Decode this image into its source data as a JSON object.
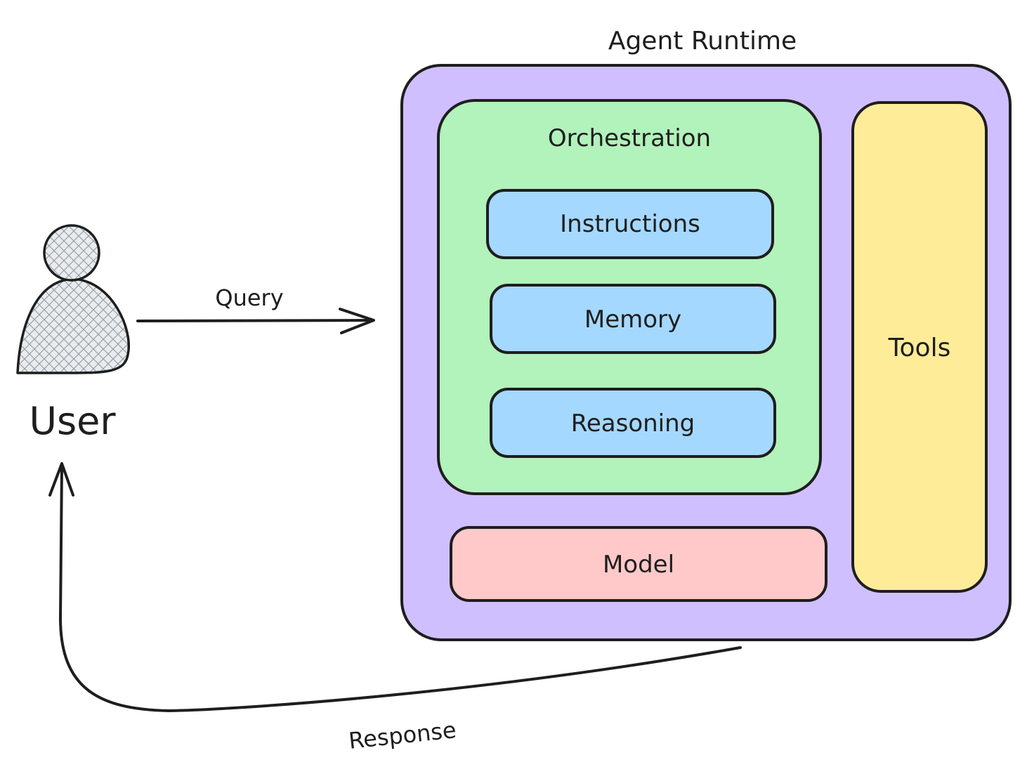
{
  "diagram": {
    "title": "Agent Runtime",
    "user_label": "User",
    "query_label": "Query",
    "response_label": "Response",
    "orchestration": {
      "title": "Orchestration",
      "components": [
        "Instructions",
        "Memory",
        "Reasoning"
      ]
    },
    "model_label": "Model",
    "tools_label": "Tools"
  },
  "colors": {
    "runtime_fill": "#d0bfff",
    "orchestration_fill": "#b2f2bb",
    "component_fill": "#a5d8ff",
    "model_fill": "#ffc9c9",
    "tools_fill": "#ffec99",
    "stroke": "#1e1e1e",
    "user_fill": "#e9ecef"
  }
}
